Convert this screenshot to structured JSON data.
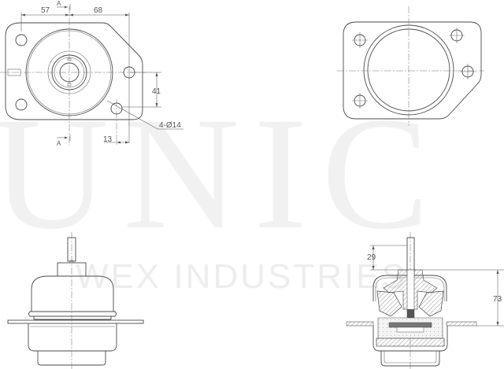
{
  "watermark": {
    "brand": "UNIC",
    "company": "WEX INDUSTRIES"
  },
  "views": {
    "top_view": {
      "dimensions": {
        "left_offset": "57",
        "right_offset": "68",
        "vertical_offset": "41",
        "hole_offset": "13",
        "hole_spec": "4-Ø14"
      },
      "section_marks": [
        "A",
        "A"
      ]
    },
    "bottom_view": {},
    "side_view": {},
    "section_view": {
      "dimensions": {
        "stud_height": "29",
        "overall_height": "73"
      }
    }
  }
}
